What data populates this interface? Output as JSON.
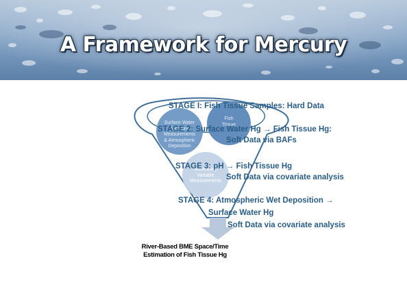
{
  "slide": {
    "title": "A Framework for Mercury"
  },
  "stages": {
    "s1": "STAGE I:  Fish Tissue Samples: Hard Data",
    "s2a": "STAGE 2: Surface Water Hg → Fish Tissue Hg:",
    "s2b": "Soft Data via BAFs",
    "s3a": "STAGE 3:  pH → Fish Tissue Hg",
    "s3b": "Soft Data via covariate analysis",
    "s4a": "STAGE 4:  Atmospheric Wet Deposition →",
    "s4b": "Surface Water Hg",
    "s4c": "Soft Data via covariate analysis"
  },
  "circles": {
    "left": [
      "Surface Water",
      "Mercury",
      "Measurements",
      "& Atmospheric",
      "Deposition"
    ],
    "right": [
      "Fish",
      "Tissue"
    ],
    "bottom": [
      "Secondary",
      "Variable",
      "Measurements"
    ]
  },
  "output": {
    "line1": "River-Based BME Space/Time",
    "line2": "Estimation of Fish Tissue Hg"
  },
  "colors": {
    "stage_text": "#2a5d86",
    "funnel_stroke": "#3f6f98",
    "circle_fill": "#5b87b8",
    "circle_fill_light": "#c2d3e6",
    "arrow_fill": "#b9c9db",
    "banner_water": "#6d8fb5"
  }
}
